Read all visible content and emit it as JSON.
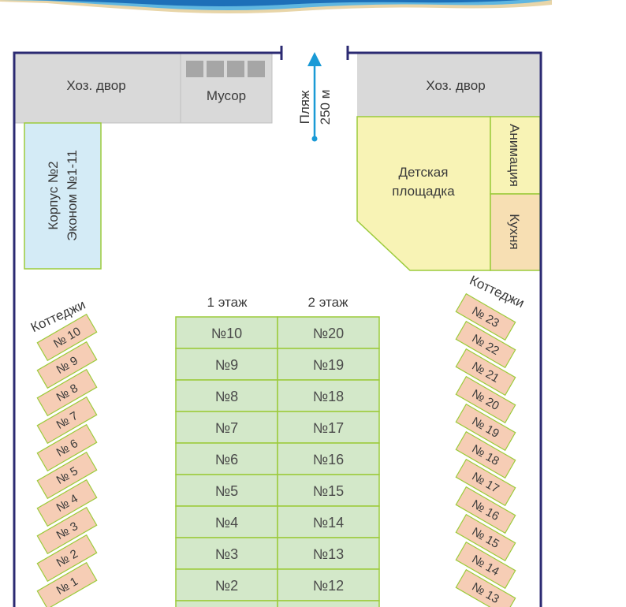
{
  "sea": {
    "colors": [
      "#1d6fb8",
      "#5fb6e0",
      "#cde9f5"
    ],
    "sand": "#e8d5a8"
  },
  "beach": {
    "label": "Пляж",
    "distance": "250 м",
    "arrow_color": "#1a9ad6"
  },
  "left_yard": {
    "label": "Хоз. двор"
  },
  "trash": {
    "label": "Мусор"
  },
  "right_yard": {
    "label": "Хоз. двор"
  },
  "building2": {
    "line1": "Корпус №2",
    "line2": "Эконом №1-11"
  },
  "playground": {
    "line1": "Детская",
    "line2": "площадка"
  },
  "animation": {
    "label": "Анимация"
  },
  "kitchen": {
    "label": "Кухня"
  },
  "main_building": {
    "floor1_label": "1 этаж",
    "floor2_label": "2 этаж",
    "floor1_rooms": [
      "№10",
      "№9",
      "№8",
      "№7",
      "№6",
      "№5",
      "№4",
      "№3",
      "№2"
    ],
    "floor2_rooms": [
      "№20",
      "№19",
      "№18",
      "№17",
      "№16",
      "№15",
      "№14",
      "№13",
      "№12"
    ]
  },
  "cottages_left": {
    "label": "Коттеджи",
    "items": [
      "№ 10",
      "№ 9",
      "№ 8",
      "№ 7",
      "№ 6",
      "№ 5",
      "№ 4",
      "№ 3",
      "№ 2",
      "№ 1"
    ]
  },
  "cottages_right": {
    "label": "Коттеджи",
    "items": [
      "№ 23",
      "№ 22",
      "№ 21",
      "№ 20",
      "№ 19",
      "№ 18",
      "№ 17",
      "№ 16",
      "№ 15",
      "№ 14",
      "№ 13"
    ]
  },
  "colors": {
    "boundary": "#2b2a72",
    "yard": "#d9d9d9",
    "building2": "#d4ebf6",
    "playground": "#f8f3b5",
    "kitchen": "#f7dfb3",
    "room_fill": "#d3e8c9",
    "room_stroke": "#9ccb3b",
    "cottage_fill": "#f6cdb5",
    "cottage_stroke": "#9ccb3b"
  }
}
